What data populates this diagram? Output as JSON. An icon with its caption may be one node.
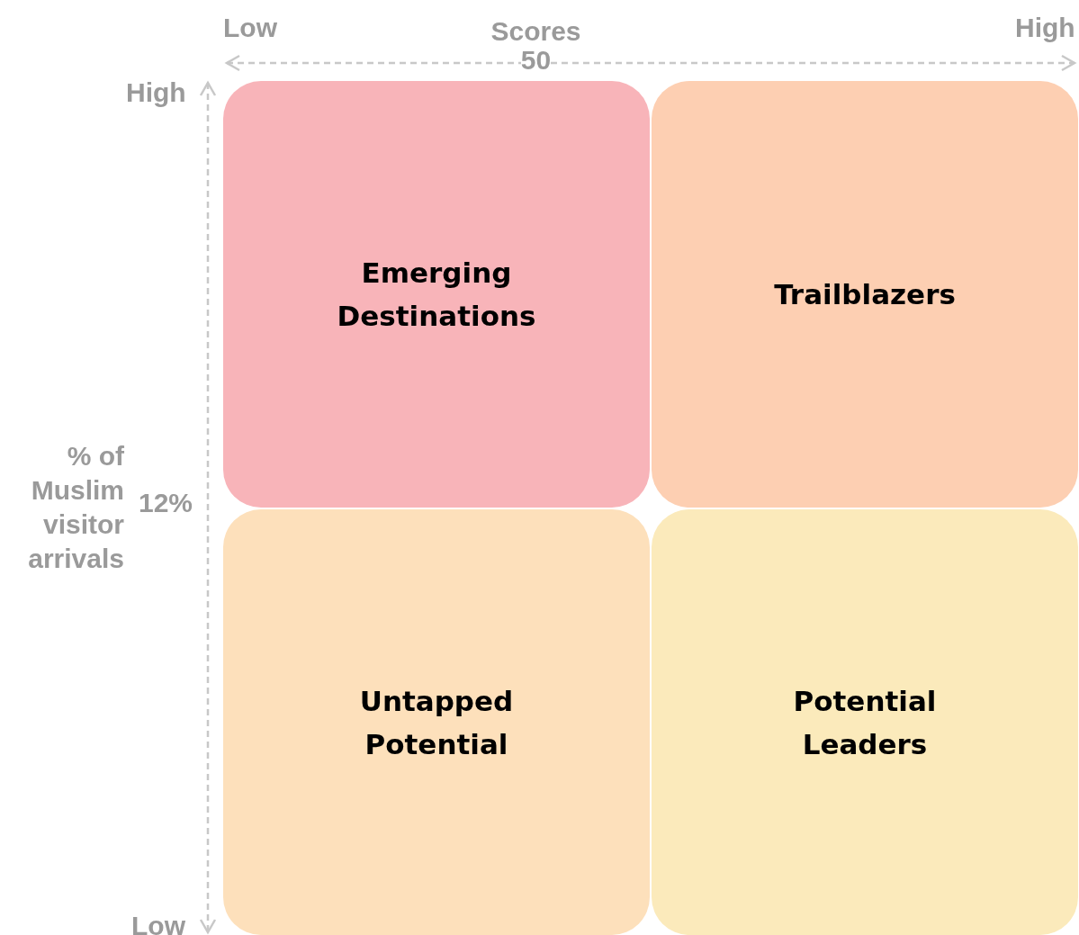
{
  "diagram": {
    "nodes": [
      {
        "text": [
          "Emerging Destinations"
        ]
      },
      {
        "text": [
          "Trailblazers"
        ]
      },
      {
        "text": [
          "Untapped Potential"
        ]
      },
      {
        "text": [
          "Potential Leaders"
        ]
      }
    ],
    "labels": [
      "Low",
      "Scores",
      "High",
      "50",
      "High",
      "% of Muslim visitor arrivals",
      "12%",
      "Low"
    ]
  }
}
